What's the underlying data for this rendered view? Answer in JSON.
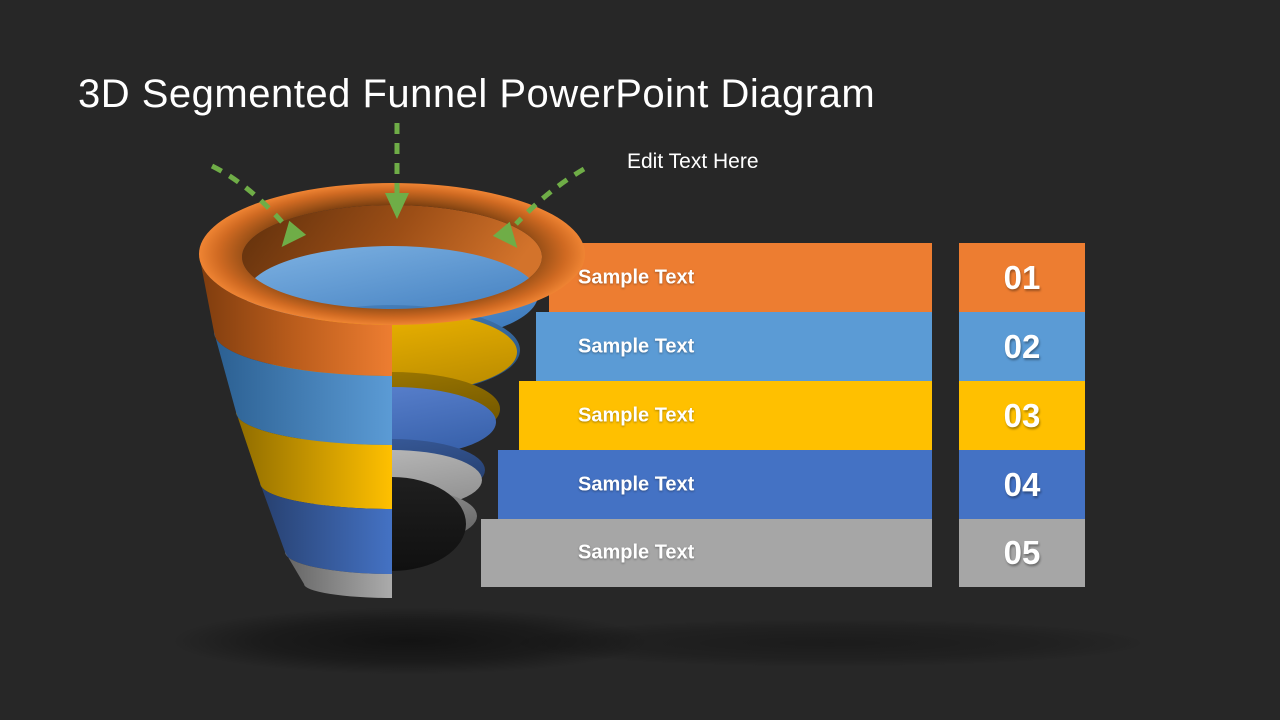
{
  "slide": {
    "title": "3D Segmented Funnel PowerPoint Diagram",
    "annotation": "Edit Text Here",
    "background_color": "#272727",
    "text_color": "#FFFFFF"
  },
  "funnel": {
    "arrow_color": "#6FAD47",
    "segments": [
      {
        "number": "01",
        "label": "Sample Text",
        "color": "#ED7D31"
      },
      {
        "number": "02",
        "label": "Sample Text",
        "color": "#5B9BD5"
      },
      {
        "number": "03",
        "label": "Sample Text",
        "color": "#FFC000"
      },
      {
        "number": "04",
        "label": "Sample Text",
        "color": "#4472C4"
      },
      {
        "number": "05",
        "label": "Sample Text",
        "color": "#A6A6A6"
      }
    ]
  }
}
